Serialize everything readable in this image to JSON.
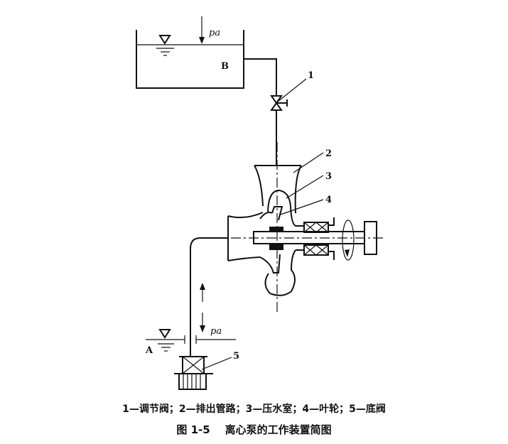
{
  "labels": {
    "pa_top": "pa",
    "tank_b": "B",
    "valve_1": "1",
    "pipe_2": "2",
    "volute_3": "3",
    "impeller_4": "4",
    "foot_valve_5": "5",
    "sump_a": "A",
    "pa_bottom": "pa"
  },
  "caption": {
    "legend": "1—调节阀；2—排出管路；3—压水室；4—叶轮；5—底阀",
    "title": "图 1-5    离心泵的工作装置简图"
  }
}
